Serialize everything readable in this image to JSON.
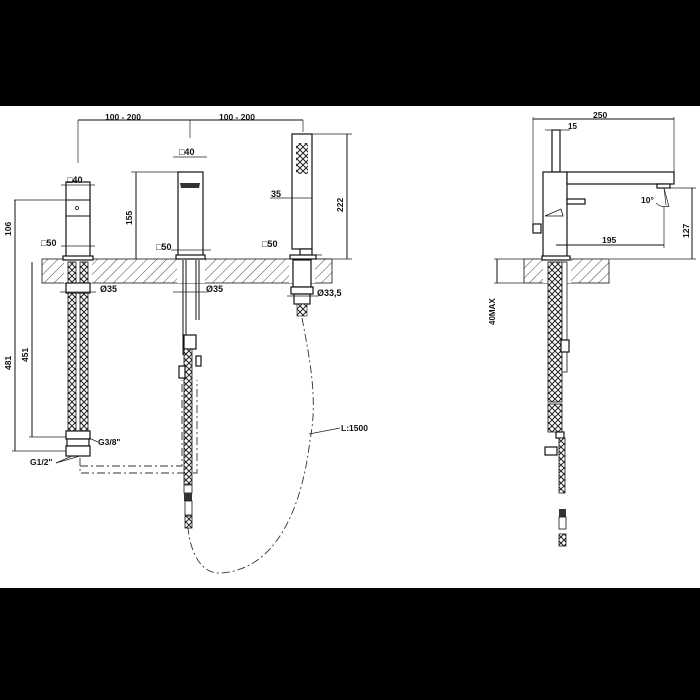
{
  "drawing": {
    "title": "3-hole deck-mounted bath mixer technical drawing",
    "colors": {
      "background": "#000000",
      "sheet": "#ffffff",
      "ink": "#111111"
    },
    "front_view": {
      "spacing_left": "100 - 200",
      "spacing_right": "100 - 200",
      "valve": {
        "top_size": "□40",
        "base_size": "□50",
        "height": "106",
        "pipe_diameter": "Ø35",
        "total_length": "481",
        "hose_length": "451",
        "thread_small": "G3/8\"",
        "thread_large": "G1/2\""
      },
      "spout": {
        "top_size": "□40",
        "base_size": "□50",
        "height": "155",
        "pipe_diameter": "Ø35"
      },
      "hand_shower": {
        "width": "35",
        "base_size": "□50",
        "height": "222",
        "pipe_diameter": "Ø33,5",
        "hose_length": "L:1500"
      }
    },
    "side_view": {
      "projection": "250",
      "lever_width": "15",
      "angle": "10°",
      "reach": "195",
      "height": "127",
      "deck_thickness": "40MAX"
    }
  }
}
